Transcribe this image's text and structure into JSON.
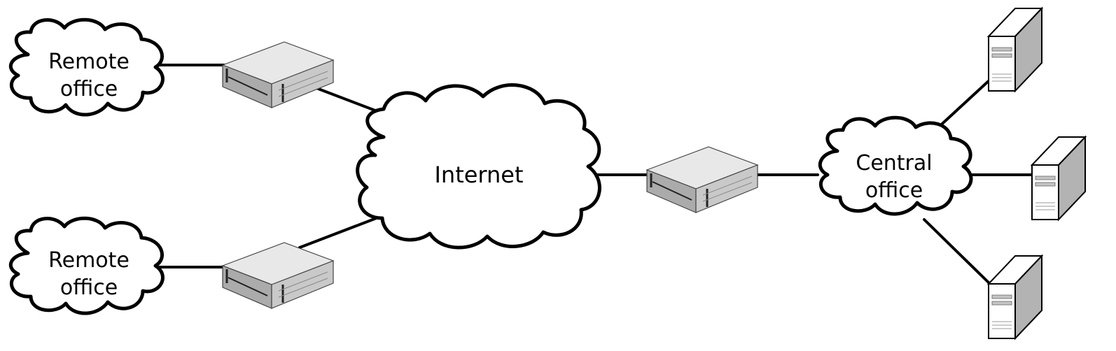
{
  "nodes": {
    "remote_office_top": {
      "line1": "Remote",
      "line2": "office"
    },
    "remote_office_bottom": {
      "line1": "Remote",
      "line2": "office"
    },
    "internet": {
      "label": "Internet"
    },
    "central_office": {
      "line1": "Central",
      "line2": "office"
    }
  },
  "icons": {
    "router": "network-appliance-icon",
    "server": "tower-server-icon"
  },
  "colors": {
    "stroke": "#000000",
    "device_top": "#e6e6e6",
    "device_front": "#a9a9a9",
    "device_side": "#c9c9c9"
  }
}
